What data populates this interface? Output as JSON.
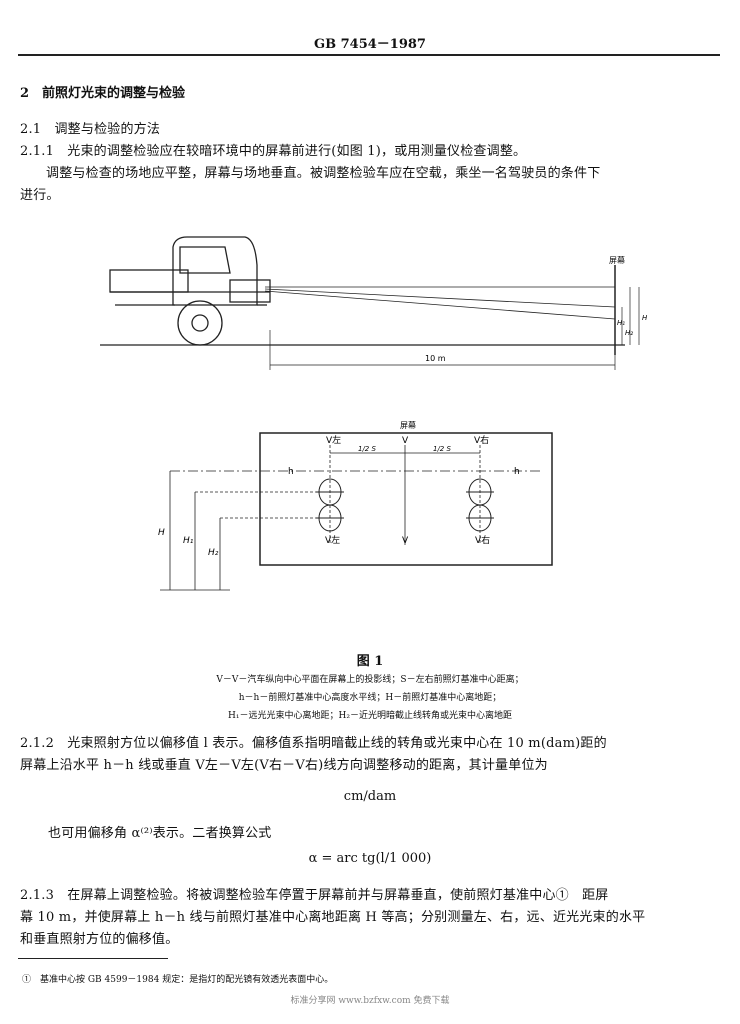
{
  "header": {
    "standard_no": "GB 7454－1987"
  },
  "section2": {
    "heading": "2　前照灯光束的调整与检验"
  },
  "s21": {
    "heading": "2.1　调整与检验的方法"
  },
  "s211": {
    "line1": "2.1.1　光束的调整检验应在较暗环境中的屏幕前进行(如图 1)，或用测量仪检查调整。",
    "line2": "调整与检查的场地应平整，屏幕与场地垂直。被调整检验车应在空载，乘坐一名驾驶员的条件下",
    "line3": "进行。"
  },
  "figure_side": {
    "screen_label": "屏幕",
    "distance_label": "10 m",
    "h1": "H₁",
    "h2": "H₂",
    "h": "H"
  },
  "figure_front": {
    "screen_label": "屏幕",
    "v_right_top": "V右",
    "v_left_top": "V左",
    "v_top": "V",
    "half_s_left": "1/2 S",
    "half_s_right": "1/2 S",
    "h_left": "h",
    "h_right": "h",
    "v_left_bottom": "V左",
    "v_bottom": "V",
    "v_right_bottom": "V右",
    "dim_h": "H",
    "dim_h1": "H₁",
    "dim_h2": "H₂"
  },
  "figure1": {
    "title": "图 1",
    "caption1": "V－V－汽车纵向中心平面在屏幕上的投影线；S－左右前照灯基准中心距离；",
    "caption2": "h－h－前照灯基准中心高度水平线；H－前照灯基准中心离地距；",
    "caption3": "H₁－远光光束中心离地距；H₂－近光明暗截止线转角或光束中心离地距"
  },
  "s212": {
    "line1": "2.1.2　光束照射方位以偏移值 l 表示。偏移值系指明暗截止线的转角或光束中心在 10 m(dam)距的",
    "line2": "屏幕上沿水平 h－h 线或垂直 V左－V左(V右－V右)线方向调整移动的距离，其计量单位为",
    "unit": "cm/dam",
    "line3": "也可用偏移角 α⁽²⁾表示。二者换算公式",
    "formula": "α = arc tg(l/1 000)"
  },
  "s213": {
    "line1": "2.1.3　在屏幕上调整检验。将被调整检验车停置于屏幕前并与屏幕垂直，使前照灯基准中心①　距屏",
    "line2": "幕 10 m，并使屏幕上 h－h 线与前照灯基准中心离地距离 H 等高；分别测量左、右，远、近光光束的水平",
    "line3": "和垂直照射方位的偏移值。"
  },
  "footnote": {
    "text": "①　基准中心按 GB 4599－1984 规定：是指灯的配光镜有效透光表面中心。"
  },
  "watermark": {
    "text": "标准分享网 www.bzfxw.com 免费下载"
  }
}
